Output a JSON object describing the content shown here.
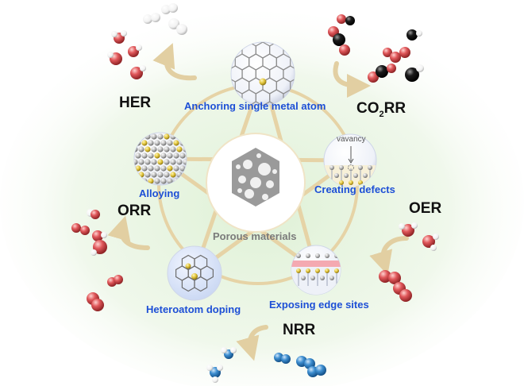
{
  "center": {
    "label": "Porous materials"
  },
  "strategies": {
    "anchoring": "Anchoring single metal atom",
    "defects": "Creating defects",
    "vacancy": "vavancy",
    "edge": "Exposing edge sites",
    "doping": "Heteroatom doping",
    "alloying": "Alloying"
  },
  "reactions": {
    "her": "HER",
    "co2rr_a": "CO",
    "co2rr_sub": "2",
    "co2rr_b": "RR",
    "oer": "OER",
    "nrr": "NRR",
    "orr": "ORR"
  },
  "colors": {
    "oxygen": "#e0575a",
    "carbon": "#1b1b1b",
    "nitrogen": "#3d8ed0",
    "hydrogen": "#ffffff",
    "gold_ring": "#e6d3a6",
    "label_blue": "#1d4fd6",
    "glow": "#dff1d6"
  }
}
